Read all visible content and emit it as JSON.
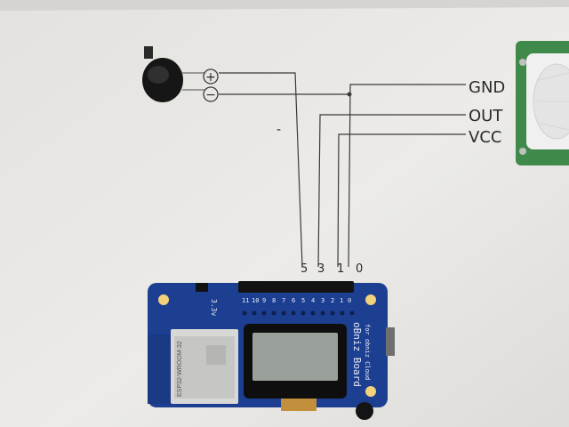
{
  "photo": {
    "colors": {
      "paper": "#ebe9e5",
      "ink": "#3a3a3a",
      "pcb_blue": "#1d3f92",
      "buzzer_black": "#1a1a1a",
      "pir_green": "#3f8a4a"
    }
  },
  "signals": {
    "gnd": "GND",
    "out": "OUT",
    "vcc": "VCC"
  },
  "buzzer": {
    "plus": "+",
    "minus": "−"
  },
  "pins": {
    "p5": "5",
    "p3": "3",
    "p1": "1",
    "p0": "0",
    "dash": "-"
  },
  "board": {
    "brand": "oBniz Board",
    "tagline": "for obniz Cloud",
    "voltage": "3.3v",
    "module_name": "ESP32-WROOM-32",
    "header_labels": [
      "11",
      "10",
      "9",
      "8",
      "7",
      "6",
      "5",
      "4",
      "3",
      "2",
      "1",
      "0"
    ]
  }
}
